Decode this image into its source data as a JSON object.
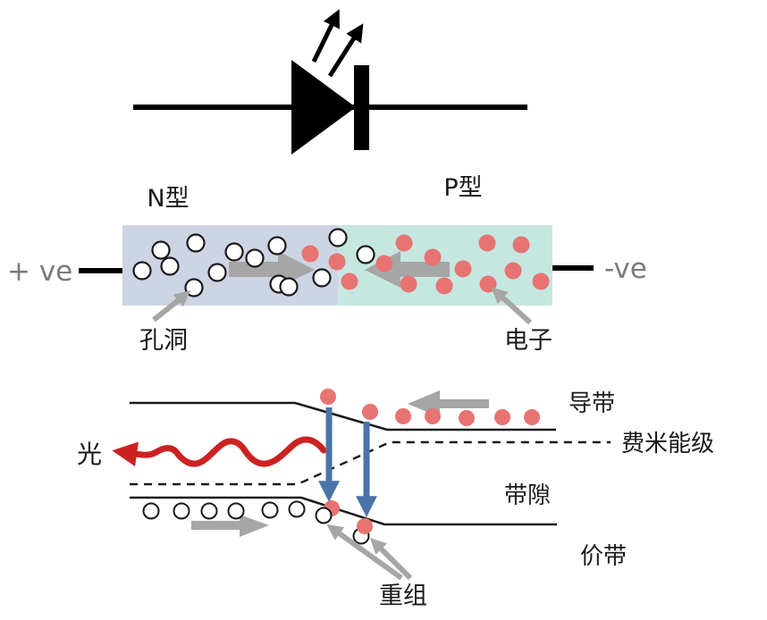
{
  "junction": {
    "n_type_label": "N型",
    "p_type_label": "P型",
    "positive_terminal_label": "+ ve",
    "negative_terminal_label": "-ve",
    "holes_label": "孔洞",
    "electrons_label": "电子"
  },
  "band_diagram": {
    "light_label": "光",
    "conduction_band_label": "导带",
    "fermi_level_label": "费米能级",
    "band_gap_label": "带隙",
    "valence_band_label": "价带",
    "recombination_label": "重组"
  },
  "colors": {
    "n_region_fill": "#cdd4e4",
    "p_region_fill": "#c6e6e0",
    "electron_red": "#e87373",
    "hole_fill": "#ffffff",
    "gray_arrow": "#a6a6a6",
    "blue_arrow": "#4a73a8",
    "light_wave_red": "#cc2222",
    "terminal_text_gray": "#7b7b7b",
    "line_black": "#1a1a1a"
  }
}
